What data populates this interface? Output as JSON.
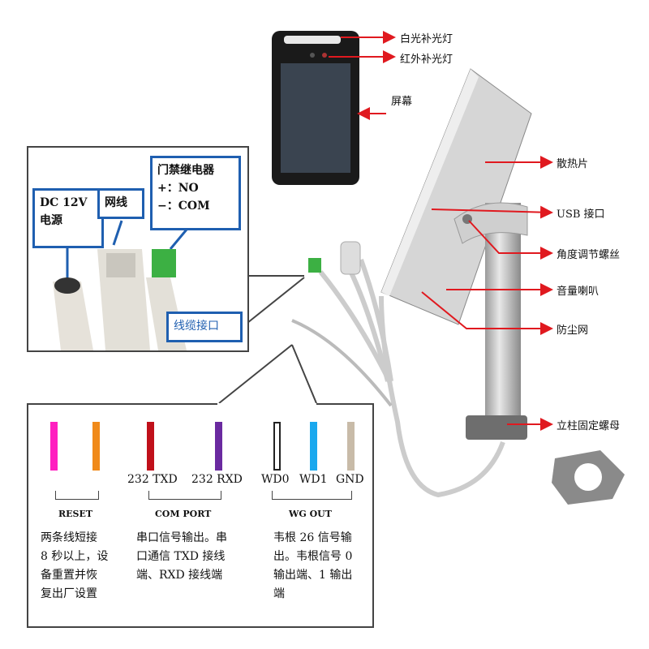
{
  "callouts": {
    "white_light": "白光补光灯",
    "ir_light": "红外补光灯",
    "screen": "屏幕",
    "heatsink": "散热片",
    "usb": "USB 接口",
    "angle_screw": "角度调节螺丝",
    "speaker": "音量喇叭",
    "dust_mesh": "防尘网",
    "pillar_nut": "立柱固定螺母"
  },
  "cable_panel": {
    "power_line1": "DC 12V",
    "power_line2": "电源",
    "network": "网线",
    "relay_title": "门禁继电器",
    "relay_plus": "+：NO",
    "relay_minus": "−：COM",
    "cable_interface": "线缆接口"
  },
  "wire_panel": {
    "wires": [
      {
        "label": "",
        "color": "#ff1fc0"
      },
      {
        "label": "",
        "color": "#f08a1a"
      },
      {
        "label": "232 TXD",
        "color": "#c0101a"
      },
      {
        "label": "232 RXD",
        "color": "#6a2aa0"
      },
      {
        "label": "WD0",
        "color": "#ffffff"
      },
      {
        "label": "WD1",
        "color": "#1aa8ee"
      },
      {
        "label": "GND",
        "color": "#c8bba8"
      }
    ],
    "groups": [
      {
        "name": "RESET",
        "desc": [
          "两条线短接",
          "8 秒以上，设",
          "备重置并恢",
          "复出厂设置"
        ]
      },
      {
        "name": "COM PORT",
        "desc": [
          "串口信号输出。串",
          "口通信 TXD 接线",
          "端、RXD 接线端"
        ]
      },
      {
        "name": "WG OUT",
        "desc": [
          "韦根 26 信号输",
          "出。韦根信号 0",
          "输出端、1 输出",
          "端"
        ]
      }
    ]
  },
  "colors": {
    "arrow": "#e0191f",
    "box_border": "#1f5fb0"
  }
}
